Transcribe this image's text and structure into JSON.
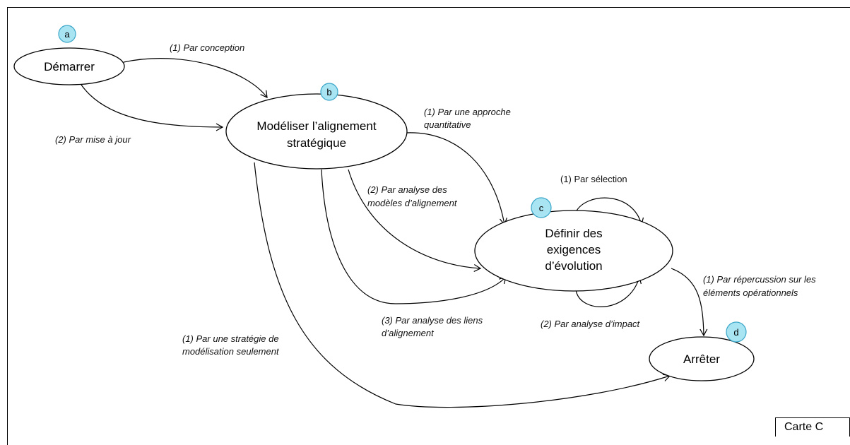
{
  "nodes": {
    "a": {
      "badge": "a",
      "lines": [
        "Démarrer"
      ]
    },
    "b": {
      "badge": "b",
      "lines": [
        "Modéliser l’alignement",
        "stratégique"
      ]
    },
    "c": {
      "badge": "c",
      "lines": [
        "Définir des",
        "exigences",
        "d’évolution"
      ]
    },
    "d": {
      "badge": "d",
      "lines": [
        "Arrêter"
      ]
    }
  },
  "edges": {
    "a_b_1": [
      "(1) Par conception"
    ],
    "a_b_2": [
      "(2) Par mise à jour"
    ],
    "b_c_1": [
      "(1) Par une approche",
      "quantitative"
    ],
    "b_c_2": [
      "(2) Par analyse des",
      "modèles d’alignement"
    ],
    "b_c_3": [
      "(3) Par analyse des liens",
      "d’alignement"
    ],
    "c_c_1": [
      "(1) Par sélection"
    ],
    "c_c_2": [
      "(2) Par  analyse d’impact"
    ],
    "c_d_1": [
      "(1) Par répercussion  sur les",
      "éléments opérationnels"
    ],
    "b_d_1": [
      "(1) Par  une stratégie de",
      "modélisation seulement"
    ]
  },
  "carte_label": "Carte C",
  "colors": {
    "badge_fill": "#a9e4f3",
    "badge_stroke": "#3aa6c8",
    "stroke": "#000000"
  }
}
